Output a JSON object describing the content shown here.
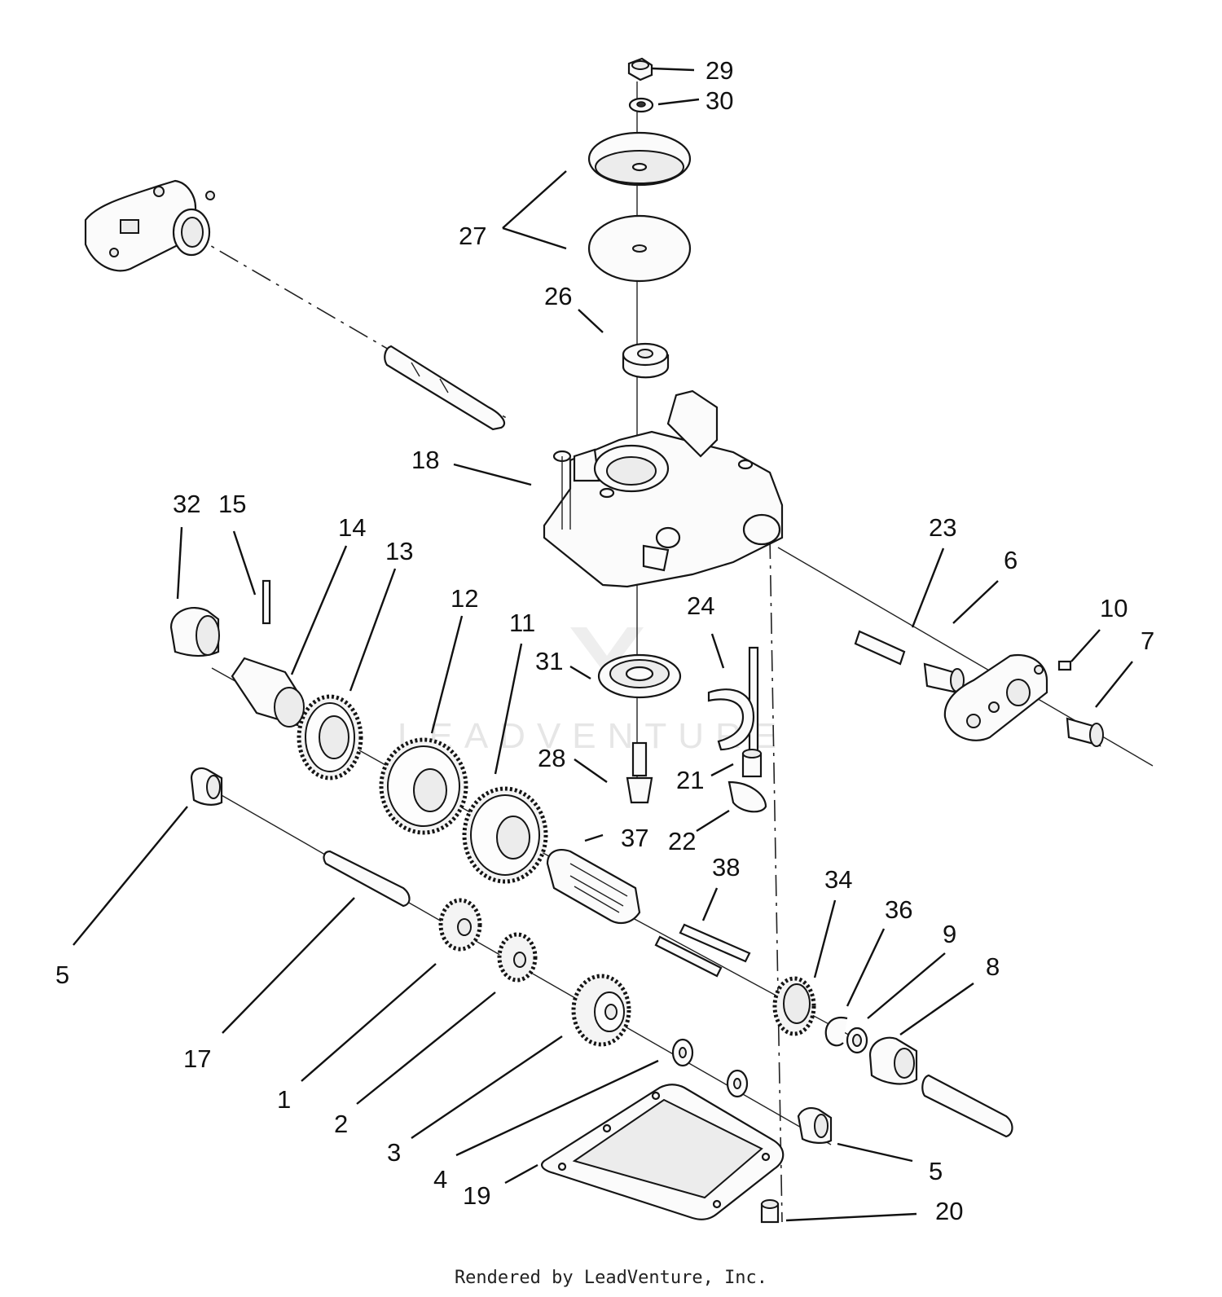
{
  "diagram": {
    "callouts": [
      {
        "id": "c29",
        "label": "29"
      },
      {
        "id": "c30",
        "label": "30"
      },
      {
        "id": "c27",
        "label": "27"
      },
      {
        "id": "c26",
        "label": "26"
      },
      {
        "id": "c18",
        "label": "18"
      },
      {
        "id": "c32",
        "label": "32"
      },
      {
        "id": "c15",
        "label": "15"
      },
      {
        "id": "c14",
        "label": "14"
      },
      {
        "id": "c13",
        "label": "13"
      },
      {
        "id": "c12",
        "label": "12"
      },
      {
        "id": "c11",
        "label": "11"
      },
      {
        "id": "c31",
        "label": "31"
      },
      {
        "id": "c24",
        "label": "24"
      },
      {
        "id": "c23",
        "label": "23"
      },
      {
        "id": "c6",
        "label": "6"
      },
      {
        "id": "c10",
        "label": "10"
      },
      {
        "id": "c7",
        "label": "7"
      },
      {
        "id": "c28",
        "label": "28"
      },
      {
        "id": "c21",
        "label": "21"
      },
      {
        "id": "c22",
        "label": "22"
      },
      {
        "id": "c37",
        "label": "37"
      },
      {
        "id": "c38",
        "label": "38"
      },
      {
        "id": "c34",
        "label": "34"
      },
      {
        "id": "c36",
        "label": "36"
      },
      {
        "id": "c9",
        "label": "9"
      },
      {
        "id": "c8",
        "label": "8"
      },
      {
        "id": "c5a",
        "label": "5"
      },
      {
        "id": "c17",
        "label": "17"
      },
      {
        "id": "c1",
        "label": "1"
      },
      {
        "id": "c2",
        "label": "2"
      },
      {
        "id": "c3",
        "label": "3"
      },
      {
        "id": "c4",
        "label": "4"
      },
      {
        "id": "c19",
        "label": "19"
      },
      {
        "id": "c5b",
        "label": "5"
      },
      {
        "id": "c20",
        "label": "20"
      }
    ],
    "watermark": "LEADVENTURE",
    "footer": "Rendered by LeadVenture, Inc."
  }
}
